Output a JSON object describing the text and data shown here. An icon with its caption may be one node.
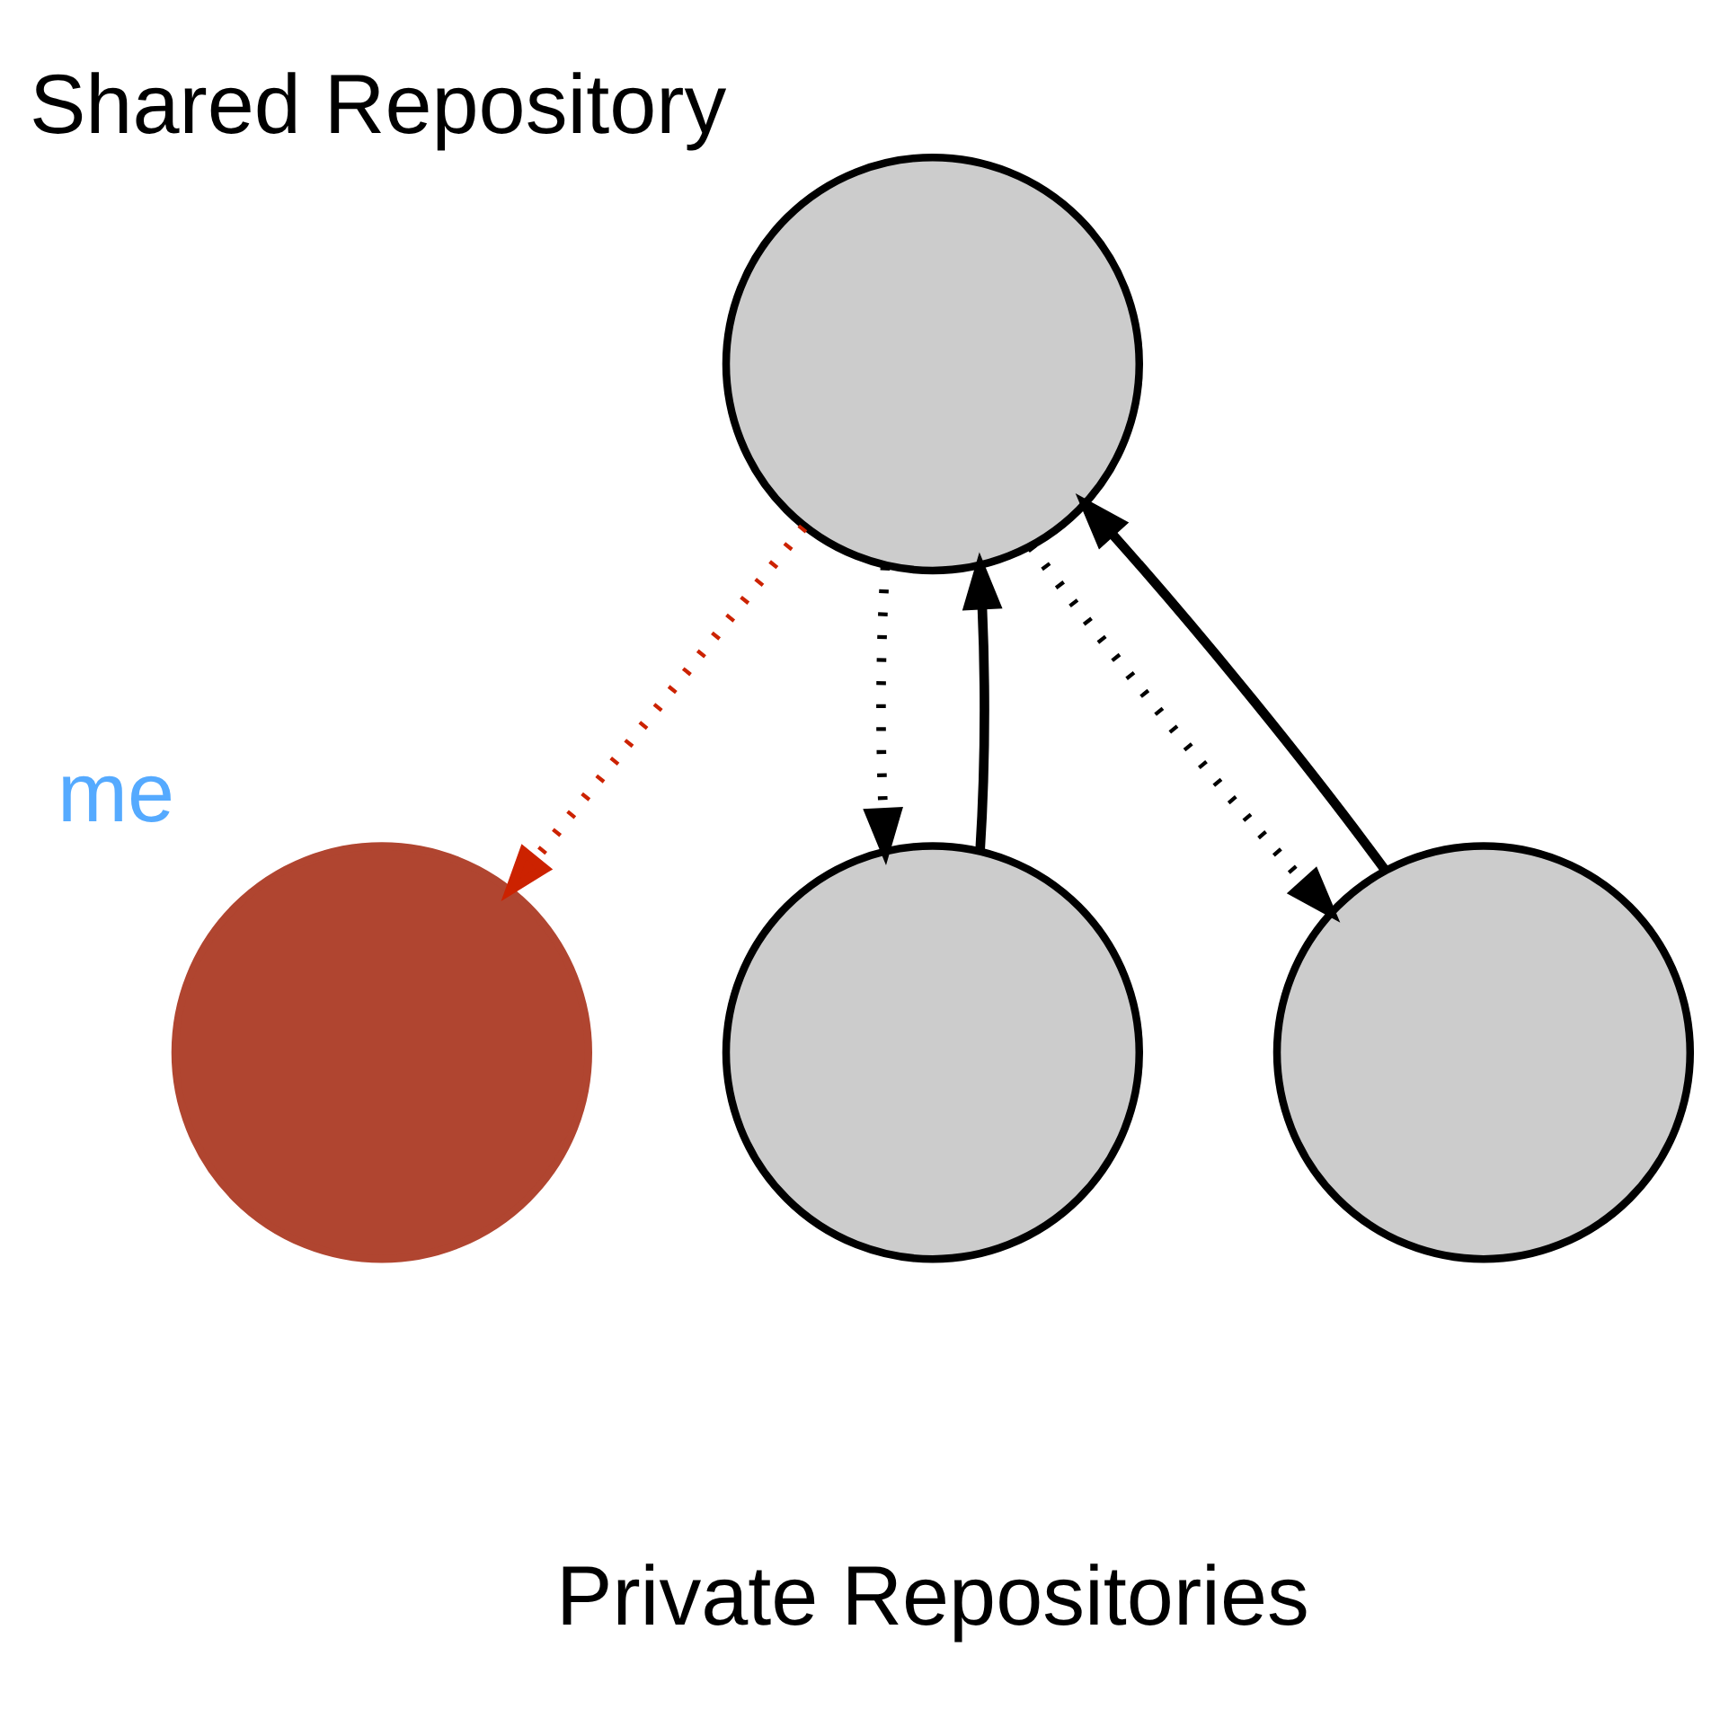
{
  "diagram": {
    "nodes": [
      {
        "text": [
          "Shared Repository"
        ]
      },
      {
        "text": [],
        "shape": "circle",
        "beside": [
          "me"
        ]
      },
      {
        "text": [],
        "shape": "circle"
      },
      {
        "text": [],
        "shape": "circle"
      }
    ],
    "edges": [
      {
        "from": 0,
        "to": 1,
        "arrow": "to",
        "style": "dashed",
        "color": "#cc2200"
      },
      {
        "from": 0,
        "to": 2,
        "arrow": "to",
        "style": "dashed"
      },
      {
        "from": 2,
        "to": 0,
        "arrow": "to"
      },
      {
        "from": 0,
        "to": 3,
        "arrow": "to",
        "style": "dashed"
      },
      {
        "from": 3,
        "to": 0,
        "arrow": "to"
      }
    ],
    "labels": [
      "Private Repositories"
    ]
  }
}
